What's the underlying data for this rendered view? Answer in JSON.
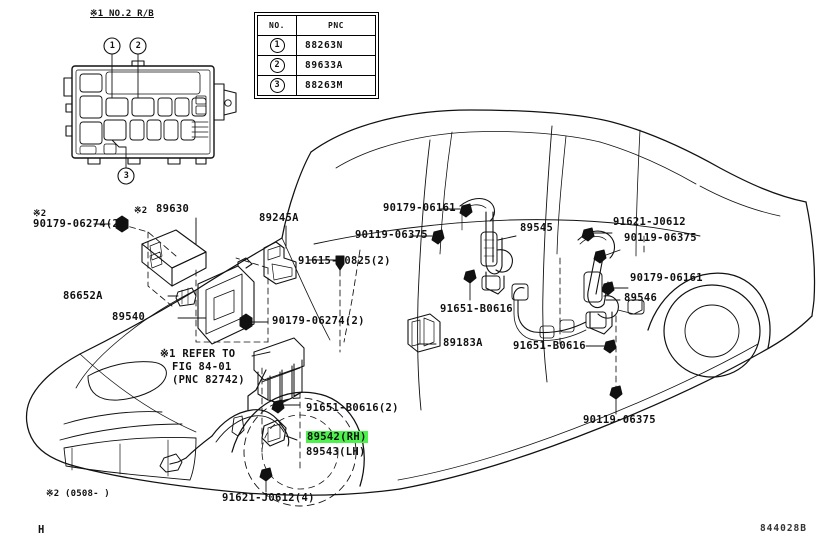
{
  "sheet": {
    "footer_code": "844028B",
    "footer_letter": "H",
    "note_variant": "※2 (0508-   )",
    "note_rb": "※1  NO.2 R/B"
  },
  "pnc_table": {
    "headers": [
      "NO.",
      "PNC"
    ],
    "rows": [
      {
        "no": "1",
        "pnc": "88263N"
      },
      {
        "no": "2",
        "pnc": "89633A"
      },
      {
        "no": "3",
        "pnc": "88263M"
      }
    ]
  },
  "callouts": {
    "relay_box_1": "1",
    "relay_box_2": "2",
    "relay_box_3": "3"
  },
  "labels": {
    "note2_a": "※2",
    "pn_90179_06274_a": "90179-06274(2)",
    "note2_b": "※2",
    "pn_89630": "89630",
    "pn_89245A": "89245A",
    "pn_86652A": "86652A",
    "pn_89540": "89540",
    "pn_90179_06274_b": "90179-06274(2)",
    "pn_91615_60825": "91615-60825(2)",
    "pn_90119_06375_a": "90119-06375",
    "pn_90179_06161_a": "90179-06161",
    "pn_89545": "89545",
    "pn_91651_B0616_a": "91651-B0616",
    "pn_89183A": "89183A",
    "pn_91621_J0612_a": "91621-J0612",
    "pn_90119_06375_b": "90119-06375",
    "pn_90179_06161_b": "90179-06161",
    "pn_89546": "89546",
    "pn_91651_B0616_b": "91651-B0616",
    "pn_90119_06375_c": "90119-06375",
    "refer_line1": "※1 REFER TO",
    "refer_line2": "FIG 84-01",
    "refer_line3": "(PNC 82742)",
    "pn_91651_B0616_c": "91651-B0616(2)",
    "pn_89542_rh": "89542(RH)",
    "pn_89543_lh": "89543(LH)",
    "pn_91621_J0612_b": "91621-J0612(4)"
  },
  "colors": {
    "highlight": "#4df24d",
    "line": "#111111"
  }
}
